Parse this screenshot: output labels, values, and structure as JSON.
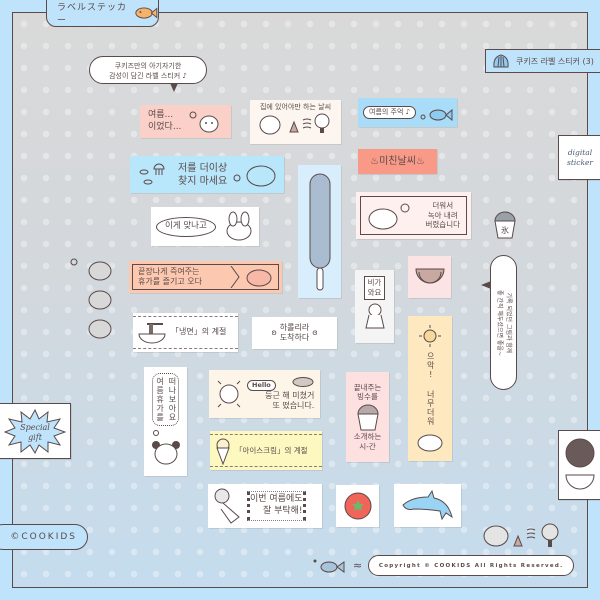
{
  "header": {
    "title": "ラベルステッカー",
    "subtitle_bubble": [
      "쿠키즈만의 아기자기한",
      "감성이 담긴 라벨 스티커 ♪"
    ],
    "set_label": "쿠키즈 라벨 스티커 (3)"
  },
  "badges": {
    "digital": [
      "digital",
      "sticker"
    ],
    "special": [
      "Special",
      "gift"
    ],
    "brand": "©COOKIDS"
  },
  "stickers": {
    "s1": [
      "여름...",
      "이었다..."
    ],
    "s2": "집에 있어야만 하는 날씨",
    "s3": "여름의 주억 ♪",
    "s4": [
      "저를 더이상",
      "찾지 마세요"
    ],
    "s5": "미친날씨",
    "s7": [
      "더워서",
      "녹아 내려",
      "버렸습니다"
    ],
    "s8": "이게 맞나고",
    "s9": "氷",
    "s10": [
      "끝장나게 즉여주는",
      "휴가를 즐기고 오다"
    ],
    "s12": [
      "비가",
      "와요"
    ],
    "s13": [
      "기록 되었던 그림과 함께",
      "좋 간직 해두셨으면 좋을~"
    ],
    "s15": "「냉면」의 계절",
    "s16": [
      "하롤리라",
      "도착하다"
    ],
    "s17": "으악! 너무더워",
    "s18": [
      "여름휴가를",
      "떠나보아요"
    ],
    "s19": {
      "hello": "Hello",
      "lines": [
        "둥근 해 미쳤거",
        "또 떴습니다."
      ]
    },
    "s20": [
      "끝내주는",
      "빙수를",
      "소개하는",
      "시-간"
    ],
    "s22": "「아이스크림」의 계절",
    "s24": [
      "이번 여름에도",
      "잘 부탁해!"
    ]
  },
  "footer": {
    "copyright": "Copyright © COOKIDS All Rights Reserved.",
    "wave": "≈"
  },
  "colors": {
    "bg": "#bfe3fb",
    "ink": "#5a4a4a",
    "pink": "#fbd0c8",
    "blue": "#a8dcf8",
    "salmon": "#f99a88",
    "peach": "#fdc8b0",
    "yellow": "#fdf8c0",
    "sand": "#fde8c0"
  }
}
